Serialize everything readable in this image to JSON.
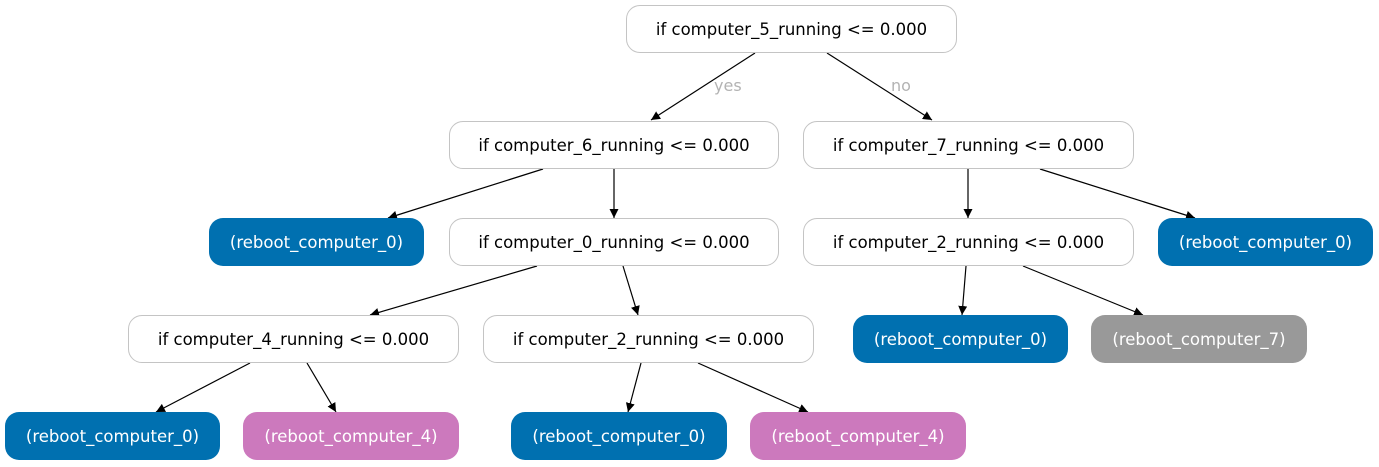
{
  "colors": {
    "reboot_computer_0": "#0070b0",
    "reboot_computer_4": "#cc79bd",
    "reboot_computer_7": "#999999",
    "edge": "#000000",
    "edge_label": "#b3b3b3"
  },
  "nodes": {
    "n0": {
      "label": "if computer_5_running <= 0.000",
      "kind": "decision"
    },
    "n1": {
      "label": "if computer_6_running <= 0.000",
      "kind": "decision"
    },
    "n2": {
      "label": "if computer_7_running <= 0.000",
      "kind": "decision"
    },
    "n3": {
      "label": "(reboot_computer_0)",
      "kind": "leaf",
      "action": "reboot_computer_0"
    },
    "n4": {
      "label": "if computer_0_running <= 0.000",
      "kind": "decision"
    },
    "n5": {
      "label": "if computer_2_running <= 0.000",
      "kind": "decision"
    },
    "n6": {
      "label": "(reboot_computer_0)",
      "kind": "leaf",
      "action": "reboot_computer_0"
    },
    "n7": {
      "label": "if computer_4_running <= 0.000",
      "kind": "decision"
    },
    "n8": {
      "label": "if computer_2_running <= 0.000",
      "kind": "decision"
    },
    "n9": {
      "label": "(reboot_computer_0)",
      "kind": "leaf",
      "action": "reboot_computer_0"
    },
    "n10": {
      "label": "(reboot_computer_7)",
      "kind": "leaf",
      "action": "reboot_computer_7"
    },
    "n11": {
      "label": "(reboot_computer_0)",
      "kind": "leaf",
      "action": "reboot_computer_0"
    },
    "n12": {
      "label": "(reboot_computer_4)",
      "kind": "leaf",
      "action": "reboot_computer_4"
    },
    "n13": {
      "label": "(reboot_computer_0)",
      "kind": "leaf",
      "action": "reboot_computer_0"
    },
    "n14": {
      "label": "(reboot_computer_4)",
      "kind": "leaf",
      "action": "reboot_computer_4"
    }
  },
  "edges": [
    {
      "from": "n0",
      "to": "n1",
      "label": "yes"
    },
    {
      "from": "n0",
      "to": "n2",
      "label": "no"
    },
    {
      "from": "n1",
      "to": "n3"
    },
    {
      "from": "n1",
      "to": "n4"
    },
    {
      "from": "n2",
      "to": "n5"
    },
    {
      "from": "n2",
      "to": "n6"
    },
    {
      "from": "n4",
      "to": "n7"
    },
    {
      "from": "n4",
      "to": "n8"
    },
    {
      "from": "n5",
      "to": "n9"
    },
    {
      "from": "n5",
      "to": "n10"
    },
    {
      "from": "n7",
      "to": "n11"
    },
    {
      "from": "n7",
      "to": "n12"
    },
    {
      "from": "n8",
      "to": "n13"
    },
    {
      "from": "n8",
      "to": "n14"
    }
  ]
}
